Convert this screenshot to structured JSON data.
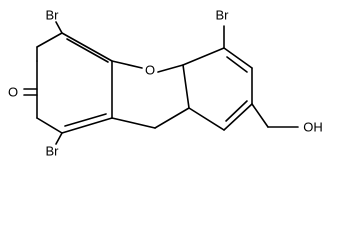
{
  "molecule": {
    "atoms": {
      "bromine_top_left": "Br",
      "ketone_oxygen": "O",
      "bromine_bottom_left": "Br",
      "ring_oxygen": "O",
      "bromine_top_right": "Br",
      "hydroxyl": "OH"
    }
  }
}
